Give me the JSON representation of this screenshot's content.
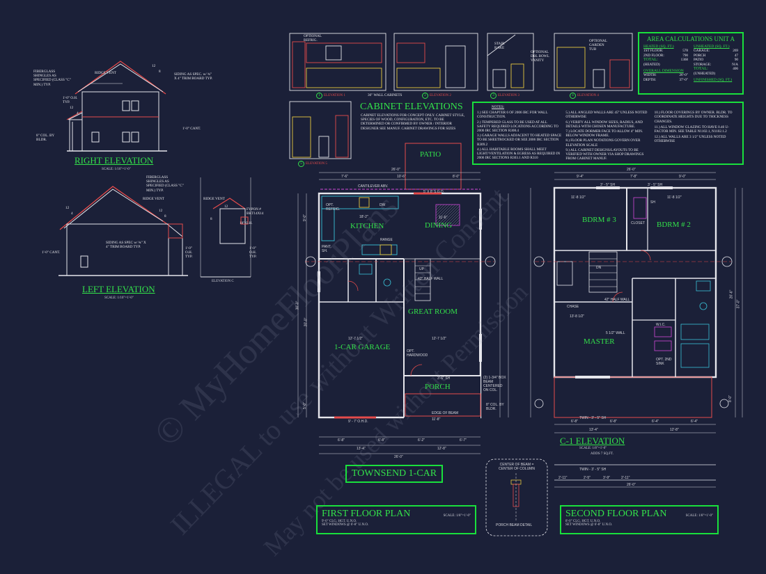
{
  "watermark": {
    "line1": "© MyHomeFloorPlans",
    "line2": "ILLEGAL to use without Written Consent",
    "line3": "May not be used without Permission"
  },
  "right_elevation": {
    "title": "RIGHT ELEVATION",
    "scale": "SCALE: 1/16\"=1'-0\"",
    "notes": {
      "shingles": "FIBERGLASS SHINGLES AS SPECIFIED (CLASS \"C\" MIN.) TYP.",
      "ridge": "RIDGE VENT",
      "siding": "SIDING AS SPEC. w/ ¾\" X 4\" TRIM BOARD TYP.",
      "oh": "1'-0\" O.H. TYP.",
      "col": "8\" COL. BY BLDR.",
      "cant": "1'-0\" CANT."
    },
    "pitch_a": "12",
    "pitch_a2": "8",
    "pitch_b": "12",
    "pitch_b2": "4"
  },
  "left_elevation": {
    "title": "LEFT ELEVATION",
    "scale": "SCALE: 1/16\"=1'-0\"",
    "notes": {
      "shingles": "FIBERGLASS SHINGLES AS SPECIFIED (CLASS \"C\" MIN.) TYP.",
      "ridge": "RIDGE VENT",
      "siding": "SIDING AS SPEC w/ ¾\" X 4\" TRIM BOARD TYP.",
      "cant": "1'-0\" CANT.",
      "oh": "1'-0\" O.H. TYP."
    },
    "pitch_a": "12",
    "pitch_a2": "8",
    "pitch_b": "12",
    "pitch_b2": "4"
  },
  "elevation_c": {
    "title": "ELEVATION C",
    "ridge": "RIDGE VENT",
    "fypon": "FYPON # BKT14X14",
    "oh": "18\" O.H.",
    "oh2": "1'-0\" O.H. TYP.",
    "pitch": "12",
    "pitch2": "8"
  },
  "cabinets": {
    "title": "CABINET ELEVATIONS",
    "desc": "CABINET ELEVATIONS FOR CONCEPT ONLY. CABINET STYLE, SPECIES OF WOOD, CONFIGURATION, ETC. TO BE DETERMINED OR CONFIRMED BY OWNER / INTERIOR DESIGNER SEE MANUF. CABINET DRAWINGS FOR SIZES",
    "labels": {
      "opt_refrig": "OPTIONAL REFRIG.",
      "wall_cab": "36\" WALL CABINETS",
      "stair_rake": "STAIR RAKE",
      "opt_vanity": "OPTIONAL DBL BOWL VANITY",
      "opt_tub": "OPTIONAL GARDEN TUB"
    },
    "views": [
      {
        "num": "1",
        "label": "ELEVATION 1"
      },
      {
        "num": "2",
        "label": "ELEVATION 2"
      },
      {
        "num": "3",
        "label": "ELEVATION 3"
      },
      {
        "num": "4",
        "label": "ELEVATION 4"
      },
      {
        "num": "5",
        "label": "ELEVATION 5"
      }
    ]
  },
  "area": {
    "title": "AREA CALCULATIONS UNIT A",
    "heated_head": "HEATED (SQ. FT.)",
    "unheated_head": "UNHEATED (SQ. FT.)",
    "heated": [
      {
        "k": "1ST FLOOR:",
        "v": "578"
      },
      {
        "k": "2ND FLOOR:",
        "v": "790"
      }
    ],
    "heated_total_label": "TOTAL:",
    "heated_total_sub": "(HEATED)",
    "heated_total": "1368",
    "unheated": [
      {
        "k": "GARAGE:",
        "v": "269"
      },
      {
        "k": "PORCH",
        "v": "47"
      },
      {
        "k": "PATIO",
        "v": "90"
      },
      {
        "k": "STORAGE:",
        "v": "N/A"
      }
    ],
    "unheated_total_label": "TOTAL:",
    "unheated_total_sub": "(UNHEATED)",
    "unheated_total": "406",
    "overall_head": "OVERALL DIMENSION",
    "width_k": "WIDTH:",
    "width_v": "26'-0\"",
    "depth_k": "DEPTH:",
    "depth_v": "37'-0\"",
    "unfinished_head": "UNFINISHED (SQ. FT.)"
  },
  "notes": {
    "title": "NOTES:",
    "col1": [
      "1.) SEE CHAPTER 6 OF 2006 IRC FOR WALL CONSTRUCTION.",
      "2.) TEMPERED GLASS TO BE USED AT ALL SAFETY REQUIRED LOCATIONS ACCORDING TO 2006 IRC SECTION R308.4",
      "3.) GARAGE WALLS ADJACENT TO HEATED SPACE TO BE SHEETROCKED OR SEE 2006 IRC SECTION R309.2",
      "4.) ALL HABITABLE ROOMS SHALL MEET LIGHT/VENTILATION & EGRESS AS REQUIRED IN 2006 IRC SECTIONS R303.1 AND R310"
    ],
    "col2": [
      "5.) ALL ANGLED WALLS ARE 45° UNLESS NOTED OTHERWISE",
      "6.) VERIFY ALL WINDOW SIZES, RADIUS, AND DETAILS WITH CHOSEN MANUFACTURE.",
      "7.) LOCATE DORMER FACE TO ALLOW 4\" MIN. BELOW WINDOW FRAME.",
      "8.) FLOOR PLAN NOTATIONS GOVERN OVER ELEVATION SCALE",
      "9.) ALL CABINET DESIGNS/LAYOUTS TO BE VERIFIED WITH OWNER VIA SHOP DRAWINGS FROM CABINET MANUF."
    ],
    "col3": [
      "10.) FLOOR COVERINGS BY OWNER. BLDR. TO COORDINATE HEIGHTS DUE TO THICKNESS CHANGES.",
      "11.) ALL WINDOW GLAZING TO HAVE 0.40 U-FACTOR MIN. SEE TABLE N1102.1, N1102.1.2",
      "12.) ALL WALLS ARE 3 1/2\" UNLESS NOTED OTHERWISE"
    ]
  },
  "first_floor": {
    "rooms": {
      "patio": "PATIO",
      "kitchen": "KITCHEN",
      "dining": "DINING",
      "great": "GREAT ROOM",
      "garage": "1-CAR GARAGE",
      "porch": "PORCH"
    },
    "labels": {
      "cantilever": "CANTILEVER ABV.",
      "sgd": "5' X 8' S.G.D.",
      "opt_refrig": "OPT. REFRIG.",
      "dw": "DW",
      "range": "RANGE",
      "pant": "PANT. SH.",
      "opt_hardwood": "OPT. HARDWOOD",
      "box_beam": "3'-6\" SH",
      "beam_note": "(2) 1-3/4\" BOX BEAM CENTERED ON COL.",
      "col_note": "8\" COL. BY BLDR.",
      "ohd": "9' - 7' O.H.D.",
      "half_wall": "42\" HALF WALL",
      "up": "UP",
      "edge_beam": "EDGE OF BEAM"
    },
    "dims": {
      "overall_w": "26'-0\"",
      "top_a": "7'-6\"",
      "top_b": "10'-6\"",
      "top_c": "8'-0\"",
      "bot_a": "6'-8\"",
      "bot_b": "6'-8\"",
      "bot_c": "6'-2\"",
      "bot_d": "6'-7\"",
      "bot2_a": "13'-4\"",
      "bot2_b": "12'-8\"",
      "kitchen_w": "18'-2\"",
      "dining_w": "11'-6\"",
      "great_w": "12'-7 1/2\"",
      "garage_w": "12'-7 1/2\"",
      "porch_w": "11'-8\"",
      "side_h": "36'-0\"",
      "side_a": "9'-0\"",
      "side_b": "20'-0\"",
      "side_c": "5'-0\""
    }
  },
  "second_floor": {
    "rooms": {
      "bdrm3": "BDRM # 3",
      "bdrm2": "BDRM # 2",
      "master": "MASTER"
    },
    "labels": {
      "sh1": "3' - 5\" SH",
      "sh2": "3' - 5\" SH",
      "half_wall": "42\" HALF WALL",
      "wic": "W.I.C.",
      "chase": "CHASE",
      "wall_note": "5 1/2\" WALL",
      "opt_sink": "OPT. 2ND SINK",
      "twin": "TWIN - 3' - 5\" SH",
      "dn": "DN",
      "closet": "CLOSET",
      "sh": "SH"
    },
    "dims": {
      "overall_w": "26'-0\"",
      "top_a": "9'-4\"",
      "top_b": "7'-8\"",
      "top_c": "9'-0\"",
      "bot_a": "6'-8\"",
      "bot_b": "6'-8\"",
      "bot_c": "6'-4\"",
      "bot_d": "6'-4\"",
      "bot2_a": "13'-4\"",
      "bot2_b": "12'-8\"",
      "bdrm3_w": "11'-8 1/2\"",
      "bdrm2_w": "11'-8 1/2\"",
      "master_w": "13'-8 1/2\"",
      "side_h": "37'-0\"",
      "side_a": "26'-6\"",
      "side_b": "8'-0\""
    }
  },
  "c1": {
    "title": "C-1 ELEVATION",
    "scale": "SCALE: 1/8\"=1'-0\"",
    "adds": "ADDS 7 SQ.FT.",
    "twin": "TWIN - 3' - 5\" SH",
    "dims": [
      "2'-11\"",
      "2'-5\"",
      "3'-9\"",
      "2'-11\""
    ],
    "overall": "26'-0\""
  },
  "beam_detail": {
    "note": "CENTER OF BEAM = CENTER OF COLUMN",
    "title": "PORCH BEAM DETAIL"
  },
  "townsend": {
    "title": "TOWNSEND 1-CAR"
  },
  "first_plan_title": {
    "title": "FIRST FLOOR PLAN",
    "scale": "SCALE: 1/8\"=1'-0\"",
    "line1": "9'-0\" CLG. HGT. U.N.O.",
    "line2": "SET WINDOWS @ 6'-8\" U.N.O."
  },
  "second_plan_title": {
    "title": "SECOND FLOOR PLAN",
    "scale": "SCALE: 1/8\"=1'-0\"",
    "line1": "8'-0\" CLG. HGT. U.N.O.",
    "line2": "SET WINDOWS @ 6'-8\" U.N.O."
  },
  "colors": {
    "background": "#1b2038",
    "green": "#19e03c",
    "wall": "#e6e6ec",
    "red": "#e54b4b",
    "magenta": "#d14ad9",
    "cyan": "#3ac2d8",
    "yellow": "#e8c840"
  }
}
